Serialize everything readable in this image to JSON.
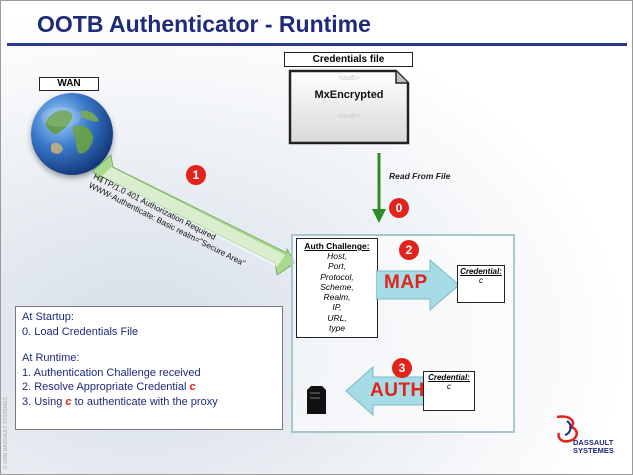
{
  "title": "OOTB Authenticator - Runtime",
  "wan": {
    "label": "WAN",
    "icon": "globe-icon"
  },
  "credentials_file": {
    "label": "Credentials file",
    "content": "MxEncrypted",
    "tag_open": "<auth>",
    "tag_close": "</auth>"
  },
  "read_label": "Read From File",
  "http": {
    "line1": "HTTP/1.0 401 Authorization Required",
    "line2": "WWW-Authenticate: Basic realm=\"Secure Area\""
  },
  "steps": {
    "one": "1",
    "zero": "0",
    "two": "2",
    "three": "3"
  },
  "auth_challenge": {
    "heading": "Auth Challenge:",
    "items": [
      "Host,",
      "Port,",
      "Protocol,",
      "Scheme,",
      "Realm,",
      "IP,",
      "URL,",
      "type"
    ]
  },
  "map_label": "MAP",
  "auth_label": "AUTH",
  "credential_map": {
    "heading": "Credential:",
    "value": "c"
  },
  "credential_auth": {
    "heading": "Credential:",
    "value": "c"
  },
  "info": {
    "startup_heading": "At Startup:",
    "startup_step": "0. Load Credentials File",
    "runtime_heading": "At Runtime:",
    "runtime_1": "1. Authentication Challenge received",
    "runtime_2_prefix": "2. Resolve Appropriate Credential ",
    "runtime_2_c": "c",
    "runtime_3_prefix": "3. Using ",
    "runtime_3_c": "c",
    "runtime_3_suffix": " to authenticate with the proxy"
  },
  "logo": {
    "line1": "DASSAULT",
    "line2": "SYSTEMES"
  },
  "copyright": "© 2008 DASSAULT SYSTEMES",
  "colors": {
    "title": "#1e2a7a",
    "accent_red": "#e0241c",
    "arrow_cyan": "#a5dce6",
    "arrow_green": "#2f8a2b"
  }
}
